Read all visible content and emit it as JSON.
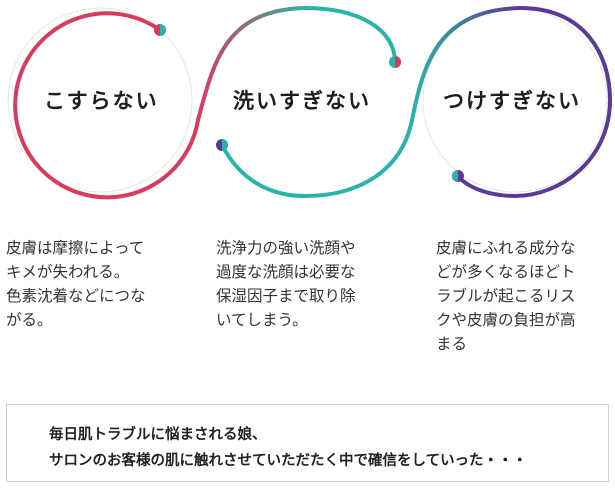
{
  "colors": {
    "red": "#d93b5e",
    "teal": "#2ab3a8",
    "purple": "#5b3a93",
    "ring_line": "#dddddd"
  },
  "headings": [
    "こすらない",
    "洗いすぎない",
    "つけすぎない"
  ],
  "columns": [
    {
      "lines": [
        "皮膚は摩擦によって",
        "キメが失われる。",
        "色素沈着などにつな",
        "がる。"
      ]
    },
    {
      "lines": [
        "洗浄力の強い洗顔や",
        "過度な洗顔は必要な",
        "保湿因子まで取り除",
        "いてしまう。"
      ]
    },
    {
      "lines": [
        "皮膚にふれる成分な",
        "どが多くなるほどト",
        "ラブルが起こるリス",
        "クや皮膚の負担が高",
        "まる"
      ]
    }
  ],
  "note": {
    "lines": [
      "毎日肌トラブルに悩まされる娘、",
      "サロンのお客様の肌に触れさせていただたく中で確信をしていった・・・"
    ]
  }
}
